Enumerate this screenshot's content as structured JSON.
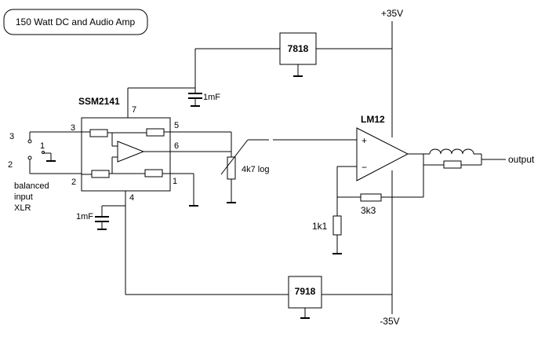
{
  "title": "150 Watt DC and Audio Amp",
  "rails": {
    "positive": "+35V",
    "negative": "-35V"
  },
  "regulators": {
    "positive": "7818",
    "negative": "7918"
  },
  "capacitors": {
    "upper": "1mF",
    "lower": "1mF"
  },
  "ic1": {
    "name": "SSM2141",
    "pins": {
      "p1": "1",
      "p2": "2",
      "p3": "3",
      "p4": "4",
      "p5": "5",
      "p6": "6",
      "p7": "7"
    }
  },
  "input": {
    "pins": {
      "a": "3",
      "b": "2",
      "c": "1"
    },
    "label_lines": [
      "balanced",
      "input",
      "XLR"
    ]
  },
  "pot": {
    "label": "4k7 log"
  },
  "amp": {
    "name": "LM12",
    "plus": "+",
    "minus": "−"
  },
  "resistors": {
    "feedback": "3k3",
    "ground": "1k1"
  },
  "output": {
    "label": "output"
  }
}
